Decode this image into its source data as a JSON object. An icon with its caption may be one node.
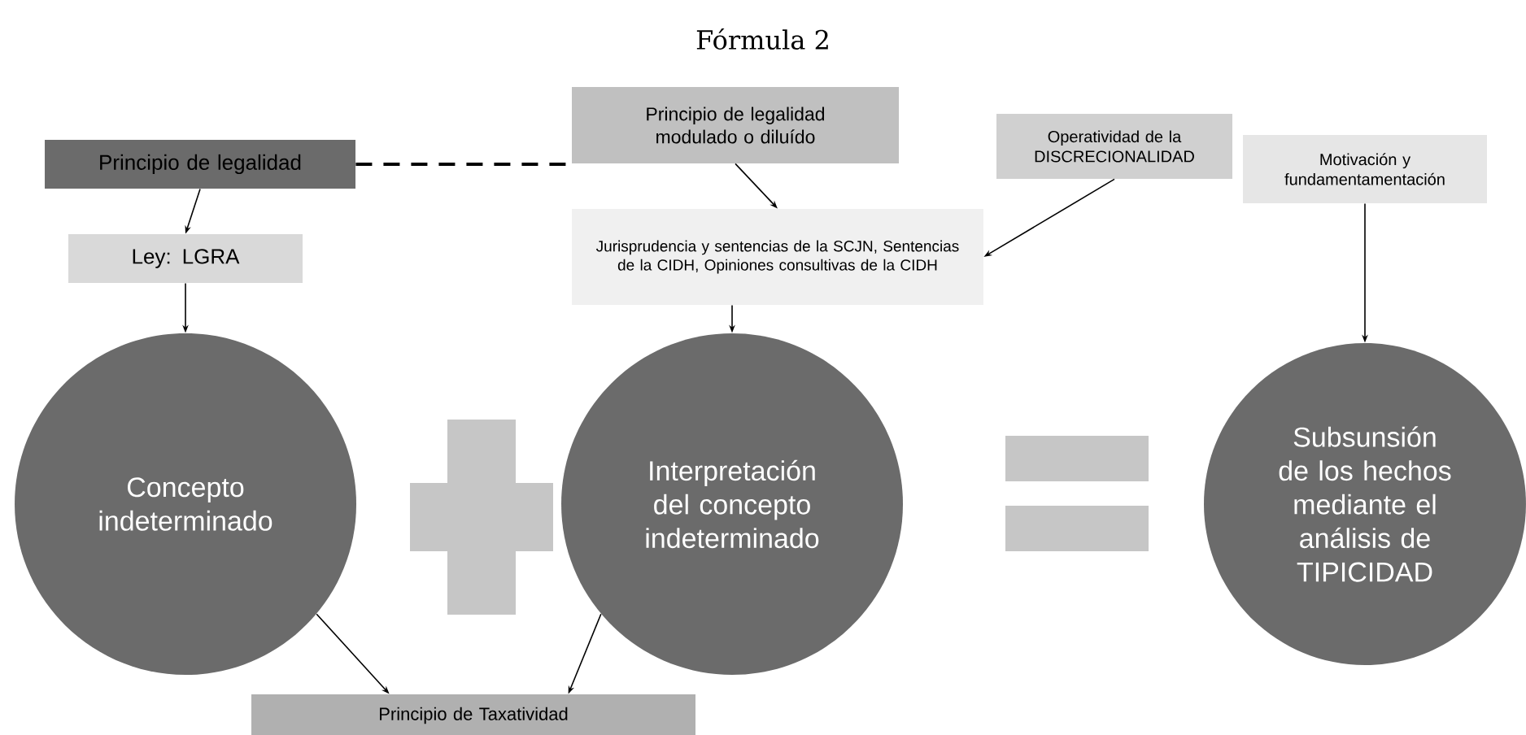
{
  "diagram": {
    "title": "Fórmula 2",
    "nodes": [
      {
        "text": [
          "Principio de legalidad"
        ]
      },
      {
        "text": [
          "Principio de legalidad modulado o diluído"
        ]
      },
      {
        "text": [
          "Operatividad de la DISCRECIONALIDAD"
        ]
      },
      {
        "text": [
          "Motivación y fundamentamentación"
        ]
      },
      {
        "text": [
          "Ley: LGRA"
        ]
      },
      {
        "text": [
          "Jurisprudencia y sentencias de la SCJN, Sentencias de la CIDH, Opiniones consultivas de la CIDH"
        ]
      },
      {
        "text": [
          "Concepto indeterminado"
        ]
      },
      {
        "text": [
          "Interpretación del concepto indeterminado"
        ]
      },
      {
        "text": [
          "Subsunsión de los hechos mediante el análisis de TIPICIDAD"
        ]
      },
      {
        "text": [
          "Principio de Taxatividad"
        ]
      }
    ],
    "edges": [
      {
        "from": 0,
        "to": 1,
        "arrow": "none",
        "style": "dashed"
      },
      {
        "from": 0,
        "to": 4,
        "arrow": "to"
      },
      {
        "from": 4,
        "to": 6,
        "arrow": "to"
      },
      {
        "from": 1,
        "to": 5,
        "arrow": "to"
      },
      {
        "from": 5,
        "to": 7,
        "arrow": "to"
      },
      {
        "from": 2,
        "to": 5,
        "arrow": "to"
      },
      {
        "from": 3,
        "to": 8,
        "arrow": "to"
      },
      {
        "from": 6,
        "to": 9,
        "arrow": "to"
      },
      {
        "from": 7,
        "to": 9,
        "arrow": "to"
      }
    ]
  }
}
